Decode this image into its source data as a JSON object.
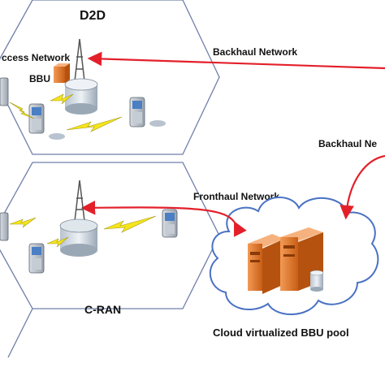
{
  "labels": {
    "d2d_title": "D2D",
    "access_network": "ccess Network",
    "bbu": "BBU",
    "backhaul_top": "Backhaul Network",
    "backhaul_right": "Backhaul Ne",
    "fronthaul": "Fronthaul Network",
    "cran_title": "C-RAN",
    "pool_caption": "Cloud virtualized BBU pool"
  },
  "colors": {
    "arrow": "#e3202a",
    "hex_border": "#6f7fa8",
    "cloud_border": "#4a72c4",
    "server_orange": "#e8782a",
    "lightning": "#f5e51b"
  },
  "icons": [
    "tower-icon",
    "bbu-box-icon",
    "mobile-phone-icon",
    "lightning-bolt-icon",
    "server-icon",
    "storage-cylinder-icon",
    "cloud-icon"
  ]
}
